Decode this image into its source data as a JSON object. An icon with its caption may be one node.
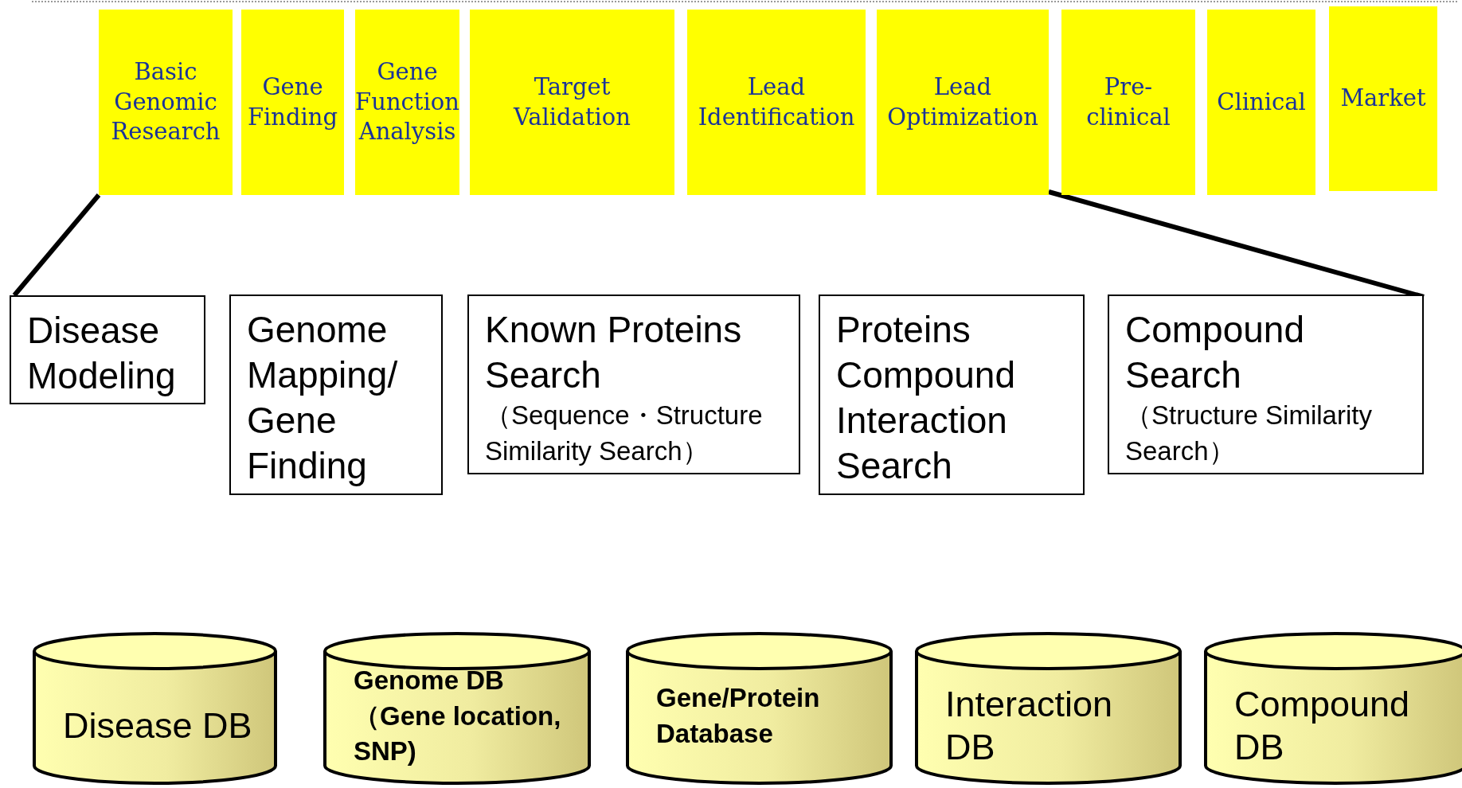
{
  "diagram": {
    "nodes": [
      {
        "text": [
          "Basic Genomic Research"
        ]
      },
      {
        "text": [
          "Gene Finding"
        ]
      },
      {
        "text": [
          "Gene Function Analysis"
        ]
      },
      {
        "text": [
          "Target Validation"
        ]
      },
      {
        "text": [
          "Lead Identification"
        ]
      },
      {
        "text": [
          "Lead Optimization"
        ]
      },
      {
        "text": [
          "Pre-clinical"
        ]
      },
      {
        "text": [
          "Clinical"
        ]
      },
      {
        "text": [
          "Market"
        ]
      },
      {
        "text": [
          "Disease Modeling"
        ]
      },
      {
        "text": [
          "Genome Mapping/ Gene Finding"
        ]
      },
      {
        "text": [
          "Known Proteins Search",
          "（Sequence・Structure Similarity Search）"
        ]
      },
      {
        "text": [
          "Proteins Compound Interaction Search"
        ]
      },
      {
        "text": [
          "Compound Search",
          "（Structure Similarity Search）"
        ]
      },
      {
        "text": [
          "Disease DB"
        ]
      },
      {
        "text": [
          "Genome DB （Gene location, SNP)"
        ]
      },
      {
        "text": [
          "Gene/Protein Database"
        ]
      },
      {
        "text": [
          "Interaction DB"
        ]
      },
      {
        "text": [
          "Compound DB"
        ]
      }
    ],
    "edges": [
      {
        "from": 0,
        "to": 9,
        "arrow": "none"
      },
      {
        "from": 5,
        "to": 13,
        "arrow": "none"
      }
    ]
  }
}
